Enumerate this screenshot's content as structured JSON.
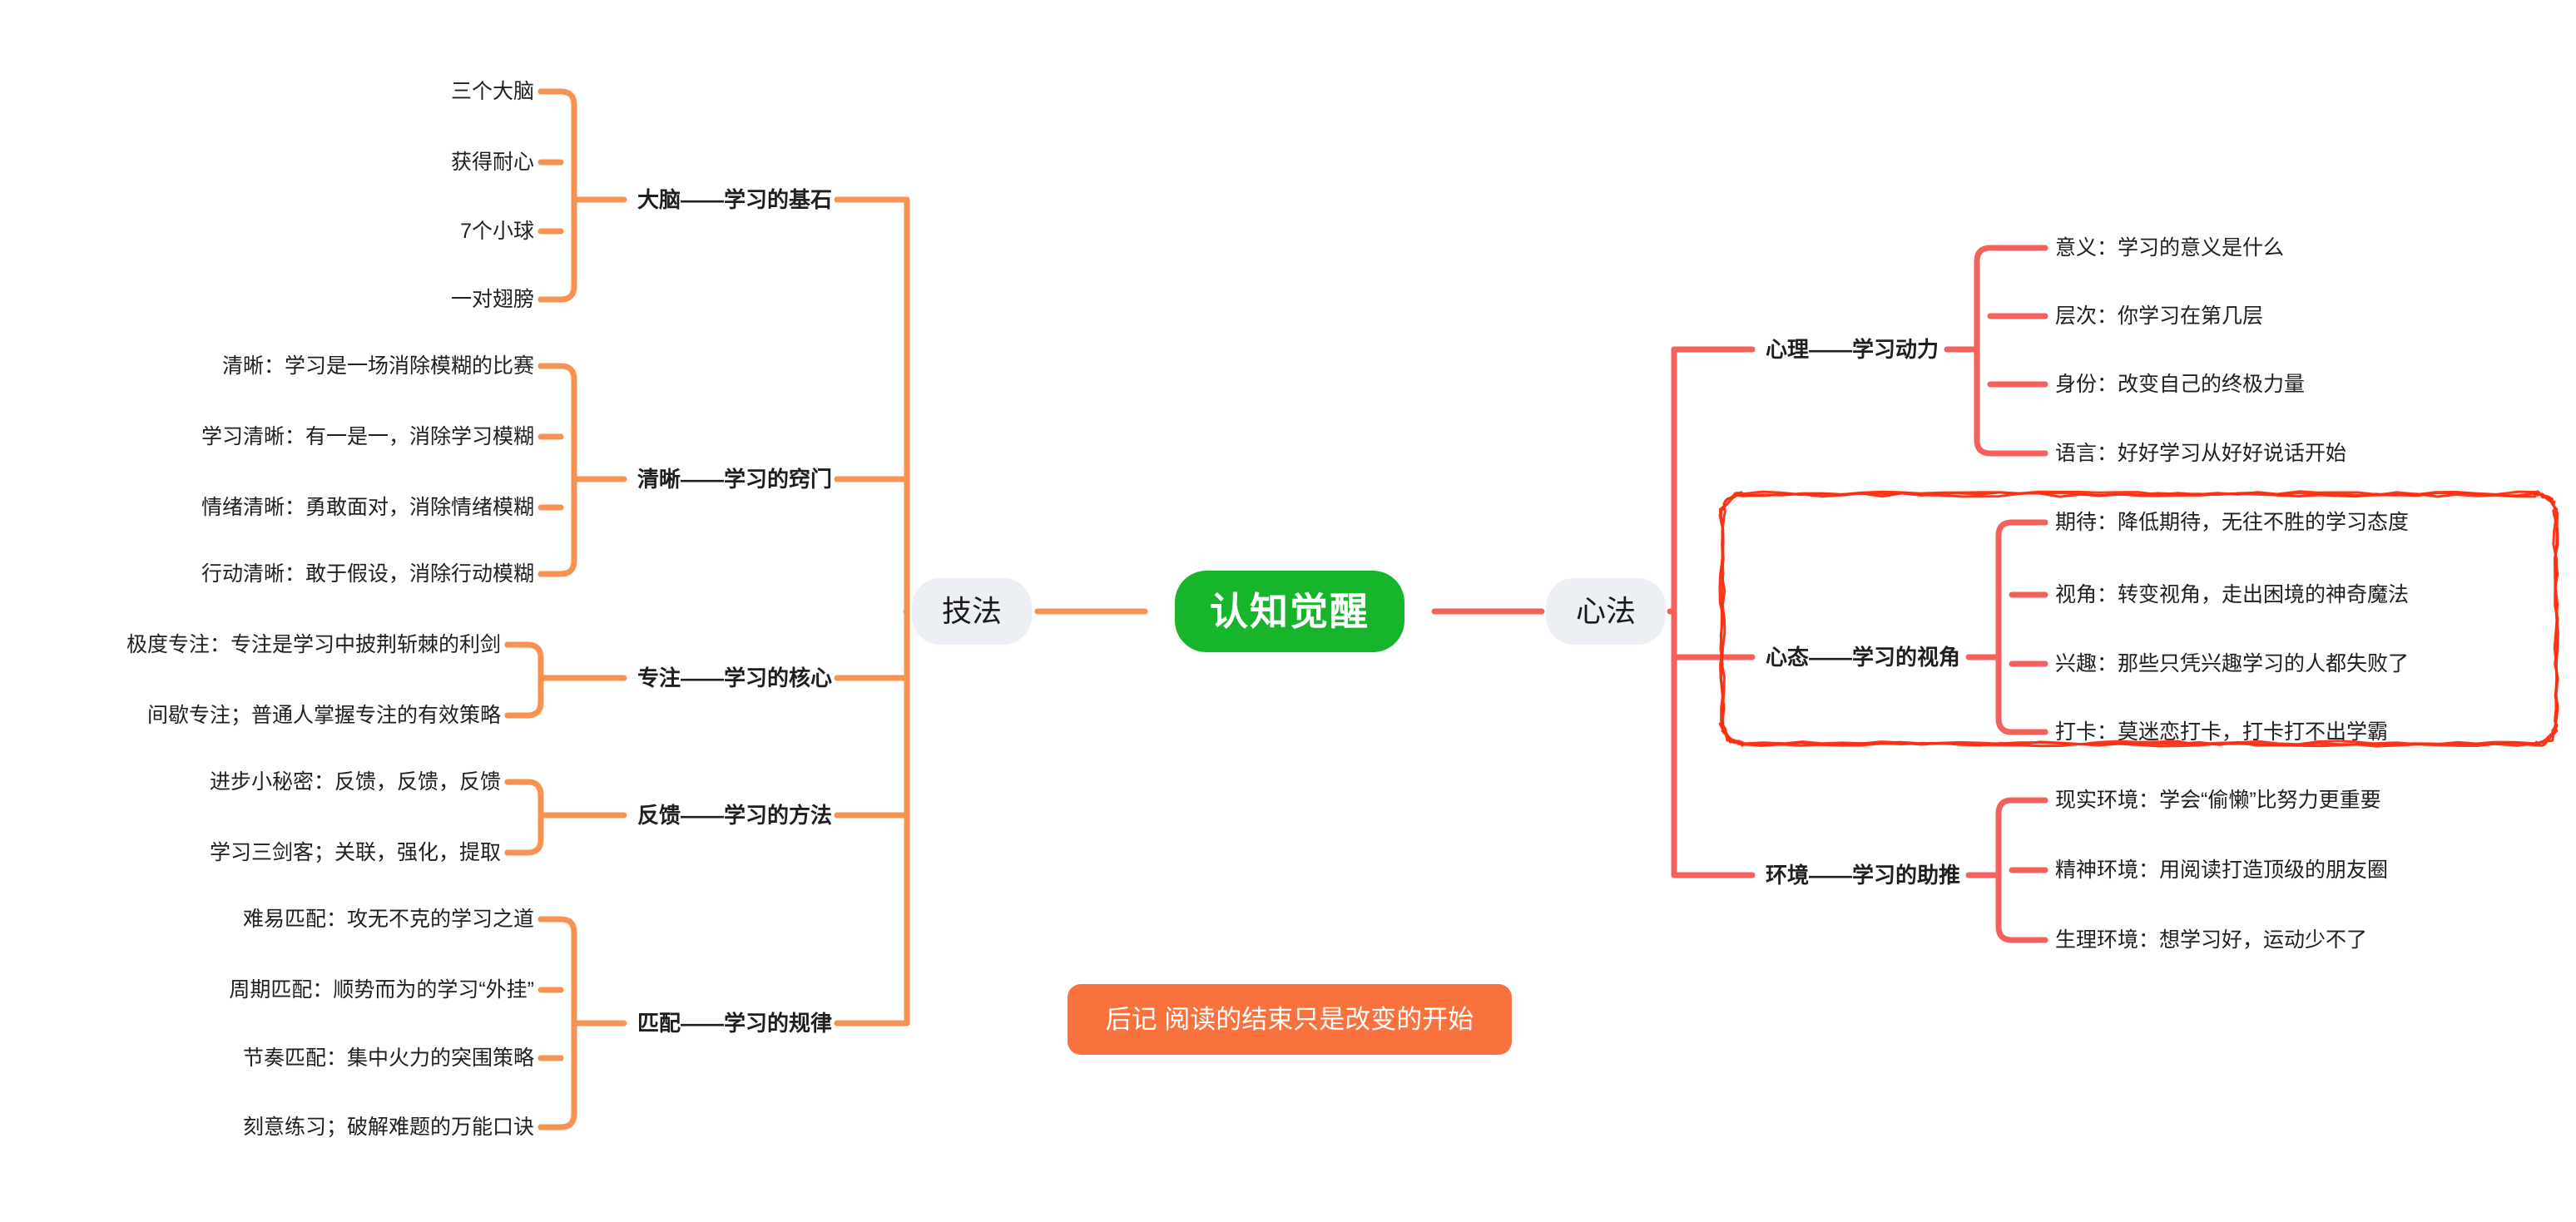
{
  "root": {
    "label": "认知觉醒",
    "color": "#17b52c",
    "text_color": "#ffffff"
  },
  "colors": {
    "left_branch": "#f79252",
    "right_branch": "#f4605c",
    "pill_bg": "#eceff3",
    "footer_bg": "#f9713c",
    "highlight_border": "#fa2f10",
    "text": "#1f1f1f"
  },
  "left": {
    "pill": "技法",
    "branches": [
      {
        "label": "大脑——学习的基石",
        "leaves": [
          "三个大脑",
          "获得耐心",
          "7个小球",
          "一对翅膀"
        ]
      },
      {
        "label": "清晰——学习的窍门",
        "leaves": [
          "清晰：学习是一场消除模糊的比赛",
          "学习清晰：有一是一，消除学习模糊",
          "情绪清晰：勇敢面对，消除情绪模糊",
          "行动清晰：敢于假设，消除行动模糊"
        ]
      },
      {
        "label": "专注——学习的核心",
        "leaves": [
          "极度专注：专注是学习中披荆斩棘的利剑",
          "间歇专注；普通人掌握专注的有效策略"
        ]
      },
      {
        "label": "反馈——学习的方法",
        "leaves": [
          "进步小秘密：反馈，反馈，反馈",
          "学习三剑客；关联，强化，提取"
        ]
      },
      {
        "label": "匹配——学习的规律",
        "leaves": [
          "难易匹配：攻无不克的学习之道",
          "周期匹配：顺势而为的学习“外挂”",
          "节奏匹配：集中火力的突围策略",
          "刻意练习；破解难题的万能口诀"
        ]
      }
    ]
  },
  "right": {
    "pill": "心法",
    "branches": [
      {
        "label": "心理——学习动力",
        "highlighted": false,
        "leaves": [
          "意义：学习的意义是什么",
          "层次：你学习在第几层",
          "身份：改变自己的终极力量",
          "语言：好好学习从好好说话开始"
        ]
      },
      {
        "label": "心态——学习的视角",
        "highlighted": true,
        "leaves": [
          "期待：降低期待，无往不胜的学习态度",
          "视角：转变视角，走出困境的神奇魔法",
          "兴趣：那些只凭兴趣学习的人都失败了",
          "打卡：莫迷恋打卡，打卡打不出学霸"
        ]
      },
      {
        "label": "环境——学习的助推",
        "highlighted": false,
        "leaves": [
          "现实环境：学会“偷懒”比努力更重要",
          "精神环境：用阅读打造顶级的朋友圈",
          "生理环境：想学习好，运动少不了"
        ]
      }
    ]
  },
  "footer": {
    "label": "后记 阅读的结束只是改变的开始"
  }
}
